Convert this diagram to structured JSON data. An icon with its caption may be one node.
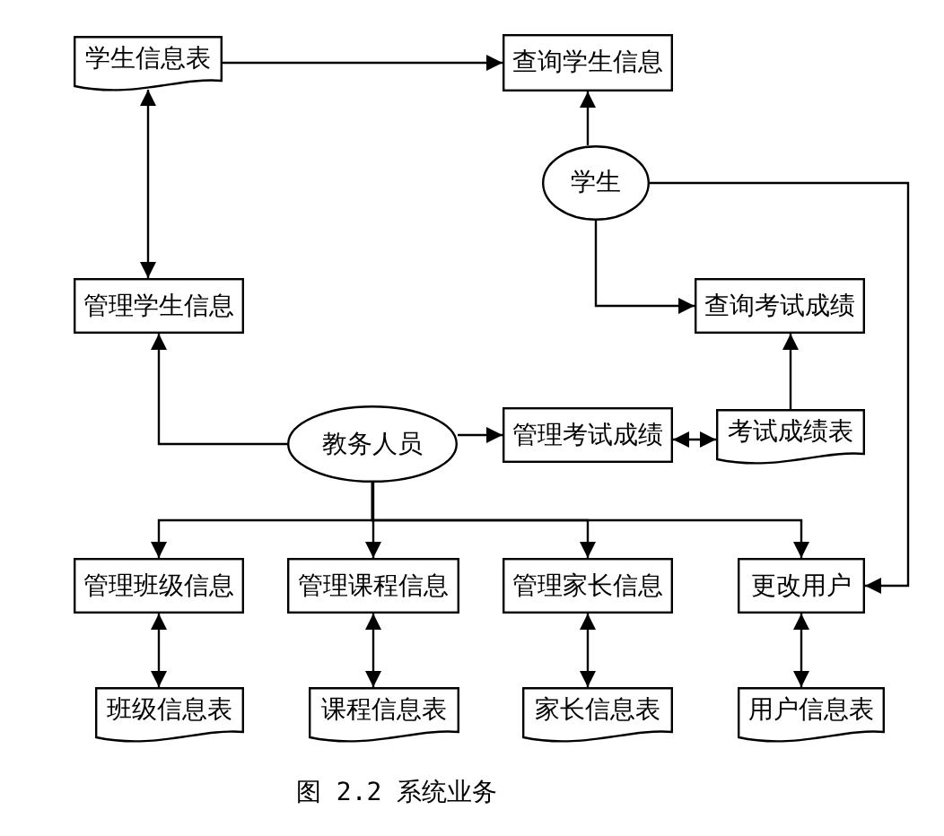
{
  "diagram": {
    "caption": "图 2.2 系统业务",
    "nodes": [
      {
        "text": [
          "学生信息表"
        ]
      },
      {
        "text": [
          "查询学生信息"
        ]
      },
      {
        "text": [
          "学生"
        ]
      },
      {
        "text": [
          "管理学生信息"
        ]
      },
      {
        "text": [
          "查询考试成绩"
        ]
      },
      {
        "text": [
          "教务人员"
        ]
      },
      {
        "text": [
          "管理考试成绩"
        ]
      },
      {
        "text": [
          "考试成绩表"
        ]
      },
      {
        "text": [
          "管理班级信息"
        ]
      },
      {
        "text": [
          "管理课程信息"
        ]
      },
      {
        "text": [
          "管理家长信息"
        ]
      },
      {
        "text": [
          "更改用户"
        ]
      },
      {
        "text": [
          "班级信息表"
        ]
      },
      {
        "text": [
          "课程信息表"
        ]
      },
      {
        "text": [
          "家长信息表"
        ]
      },
      {
        "text": [
          "用户信息表"
        ]
      }
    ],
    "edges": [
      {
        "from": 0,
        "to": 1,
        "arrow": "to"
      },
      {
        "from": 0,
        "to": 3,
        "arrow": "both"
      },
      {
        "from": 2,
        "to": 1,
        "arrow": "to"
      },
      {
        "from": 2,
        "to": 4,
        "arrow": "to"
      },
      {
        "from": 2,
        "to": 11,
        "arrow": "to"
      },
      {
        "from": 5,
        "to": 3,
        "arrow": "to"
      },
      {
        "from": 5,
        "to": 6,
        "arrow": "to"
      },
      {
        "from": 6,
        "to": 7,
        "arrow": "both"
      },
      {
        "from": 7,
        "to": 4,
        "arrow": "to"
      },
      {
        "from": 5,
        "to": 8,
        "arrow": "to"
      },
      {
        "from": 5,
        "to": 9,
        "arrow": "to"
      },
      {
        "from": 5,
        "to": 10,
        "arrow": "to"
      },
      {
        "from": 5,
        "to": 11,
        "arrow": "to"
      },
      {
        "from": 8,
        "to": 12,
        "arrow": "both"
      },
      {
        "from": 9,
        "to": 13,
        "arrow": "both"
      },
      {
        "from": 10,
        "to": 14,
        "arrow": "both"
      },
      {
        "from": 11,
        "to": 15,
        "arrow": "both"
      }
    ]
  }
}
